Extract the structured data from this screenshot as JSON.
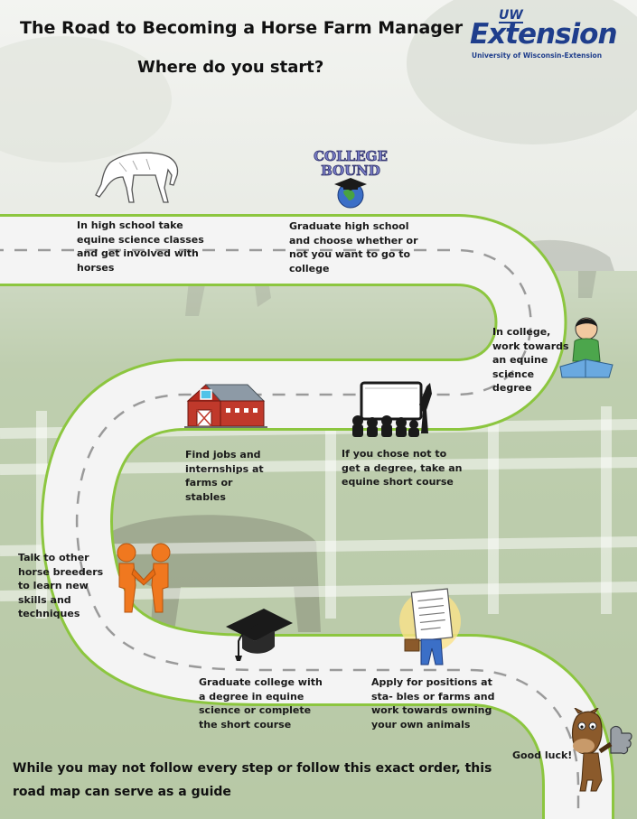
{
  "header": {
    "title": "The Road to Becoming a Horse Farm Manager",
    "subtitle": "Where do you start?"
  },
  "logo": {
    "prefix": "UW",
    "wordmark": "Extension",
    "tagline": "University of Wisconsin-Extension"
  },
  "badge": {
    "line1": "COLLEGE",
    "line2": "BOUND"
  },
  "steps": [
    {
      "id": 1,
      "text": "In high school take equine science classes and get involved with horses"
    },
    {
      "id": 2,
      "text": "Graduate high school and choose whether or not you want to go to college"
    },
    {
      "id": 3,
      "text": "In college, work towards an equine science degree"
    },
    {
      "id": 4,
      "text": "If you chose not to get a degree, take an equine short course"
    },
    {
      "id": 5,
      "text": "Find jobs and internships at farms or stables"
    },
    {
      "id": 6,
      "text": "Talk to other horse breeders to learn new skills and techniques"
    },
    {
      "id": 7,
      "text": "Graduate college with a degree in equine science or complete the short course"
    },
    {
      "id": 8,
      "text": "Apply for positions at sta- bles or farms and work towards owning your own animals"
    }
  ],
  "ending": "Good luck!",
  "footer": "While you may not follow every step or follow this exact order, this road map can serve as a guide",
  "colors": {
    "road_edge": "#8cc63f",
    "road_fill": "#f4f4f4",
    "road_dash": "#9a9a9a",
    "logo_blue": "#1f3e8c"
  }
}
